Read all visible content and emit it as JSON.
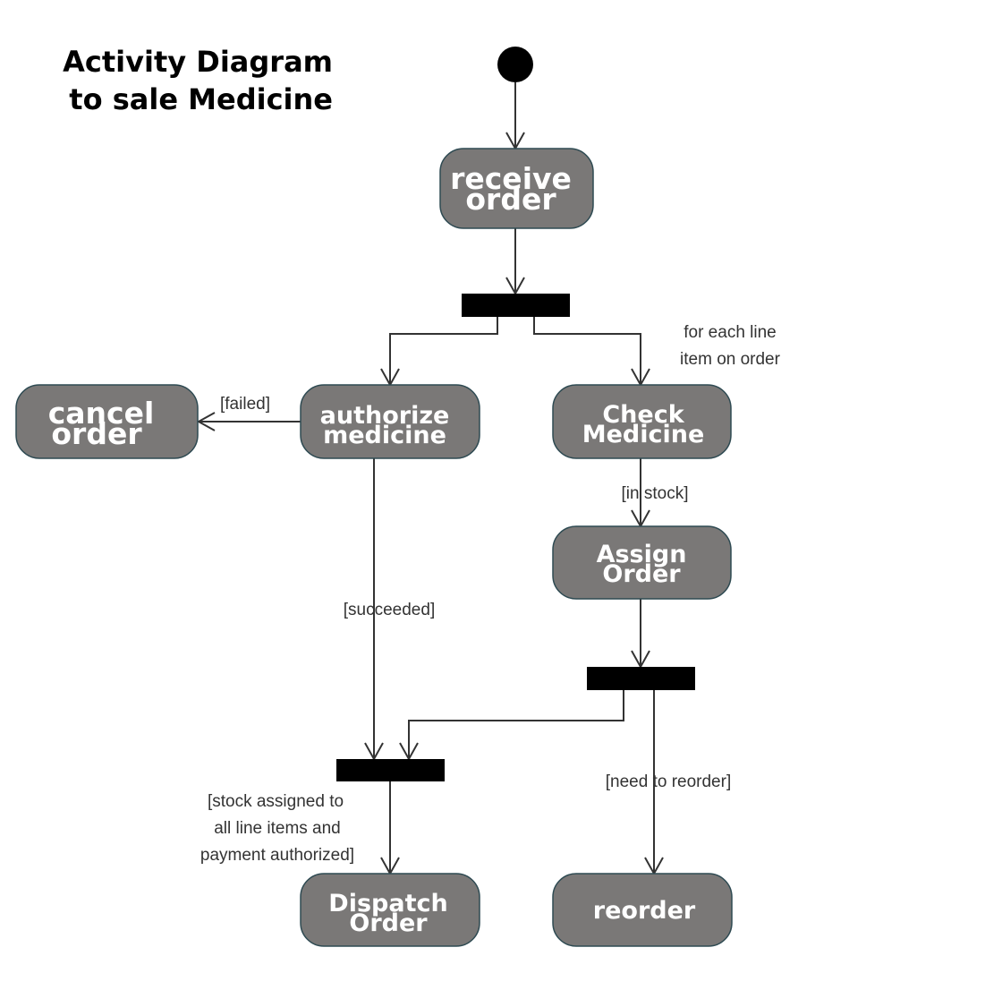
{
  "title": {
    "line1": "Activity Diagram",
    "line2": "to sale Medicine"
  },
  "nodes": {
    "receive_order": [
      "receive",
      "order"
    ],
    "cancel_order": [
      "cancel",
      "order"
    ],
    "authorize_medicine": [
      "authorize",
      "medicine"
    ],
    "check_medicine": [
      "Check",
      "Medicine"
    ],
    "assign_order": [
      "Assign",
      "Order"
    ],
    "dispatch_order": [
      "Dispatch",
      "Order"
    ],
    "reorder": [
      "reorder"
    ]
  },
  "edge_labels": {
    "failed": "[failed]",
    "for_each_line": [
      "for each line",
      "item on order"
    ],
    "in_stock": "[in stock]",
    "succeeded": "[succeeded]",
    "need_to_reorder": "[need to reorder]",
    "stock_assigned": [
      "[stock assigned to",
      "all line items and",
      "payment authorized]"
    ]
  },
  "colors": {
    "node_fill": "#7a7877",
    "node_border": "#2e4a52",
    "bar_fill": "#000000",
    "edge": "#333333"
  }
}
